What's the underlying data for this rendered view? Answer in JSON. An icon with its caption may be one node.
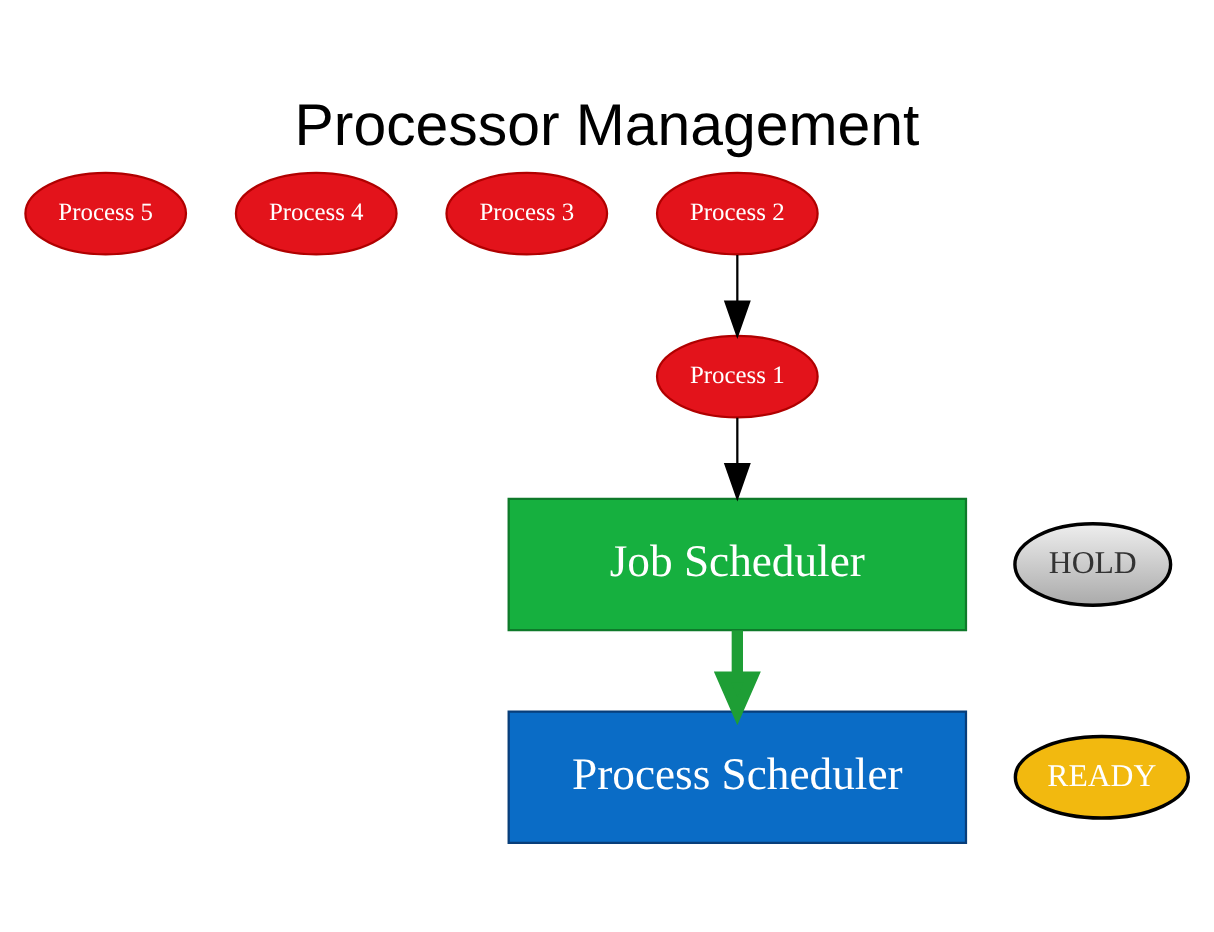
{
  "diagram": {
    "title": "Processor Management",
    "nodes": [
      {
        "text": [
          "Process 5"
        ]
      },
      {
        "text": [
          "Process 4"
        ]
      },
      {
        "text": [
          "Process 3"
        ]
      },
      {
        "text": [
          "Process 2"
        ]
      },
      {
        "text": [
          "Process 1"
        ]
      },
      {
        "text": [
          "HOLD"
        ]
      },
      {
        "text": [
          "Job Scheduler"
        ]
      },
      {
        "text": [
          "READY"
        ]
      },
      {
        "text": [
          "Process Scheduler"
        ]
      }
    ],
    "edges": [
      {
        "from": 3,
        "to": 4,
        "arrow": "to"
      },
      {
        "from": 4,
        "to": 6,
        "arrow": "to"
      },
      {
        "from": 6,
        "to": 8,
        "arrow": "to",
        "style": "thick",
        "color": "#1e9e35"
      }
    ]
  }
}
